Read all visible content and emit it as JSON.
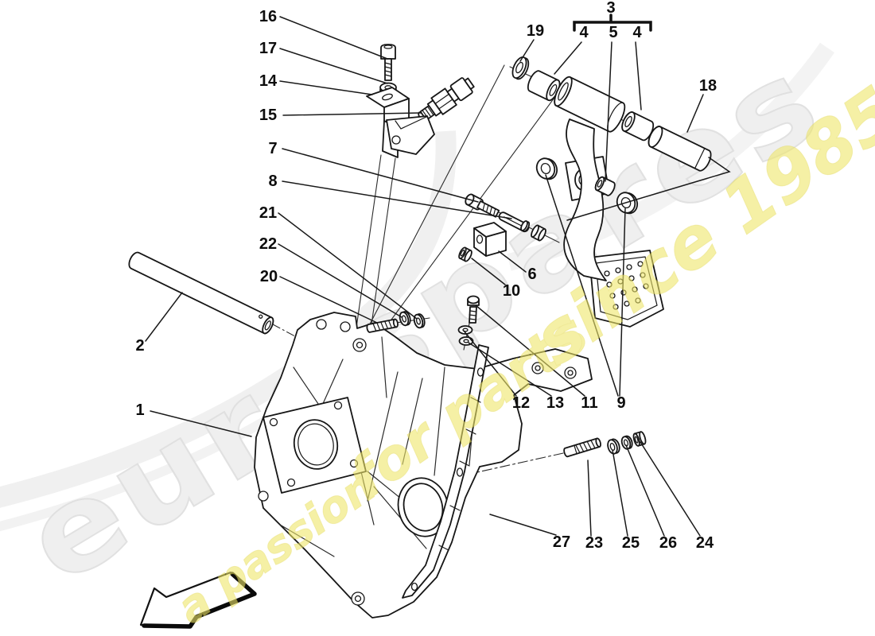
{
  "watermark": {
    "brand": "eurospares",
    "tagline_part1": "a passion",
    "tagline_part2": "for parts",
    "tagline_part3": "since 1985",
    "brand_color": "#efefef",
    "tagline_color": "#efe76a"
  },
  "callouts": [
    {
      "label": "16"
    },
    {
      "label": "17"
    },
    {
      "label": "14"
    },
    {
      "label": "15"
    },
    {
      "label": "7"
    },
    {
      "label": "8"
    },
    {
      "label": "21"
    },
    {
      "label": "22"
    },
    {
      "label": "20"
    },
    {
      "label": "2"
    },
    {
      "label": "1"
    },
    {
      "label": "3"
    },
    {
      "label": "19"
    },
    {
      "label": "4"
    },
    {
      "label": "5"
    },
    {
      "label": "4"
    },
    {
      "label": "18"
    },
    {
      "label": "6"
    },
    {
      "label": "10"
    },
    {
      "label": "12"
    },
    {
      "label": "13"
    },
    {
      "label": "11"
    },
    {
      "label": "9"
    },
    {
      "label": "27"
    },
    {
      "label": "23"
    },
    {
      "label": "25"
    },
    {
      "label": "26"
    },
    {
      "label": "24"
    }
  ]
}
